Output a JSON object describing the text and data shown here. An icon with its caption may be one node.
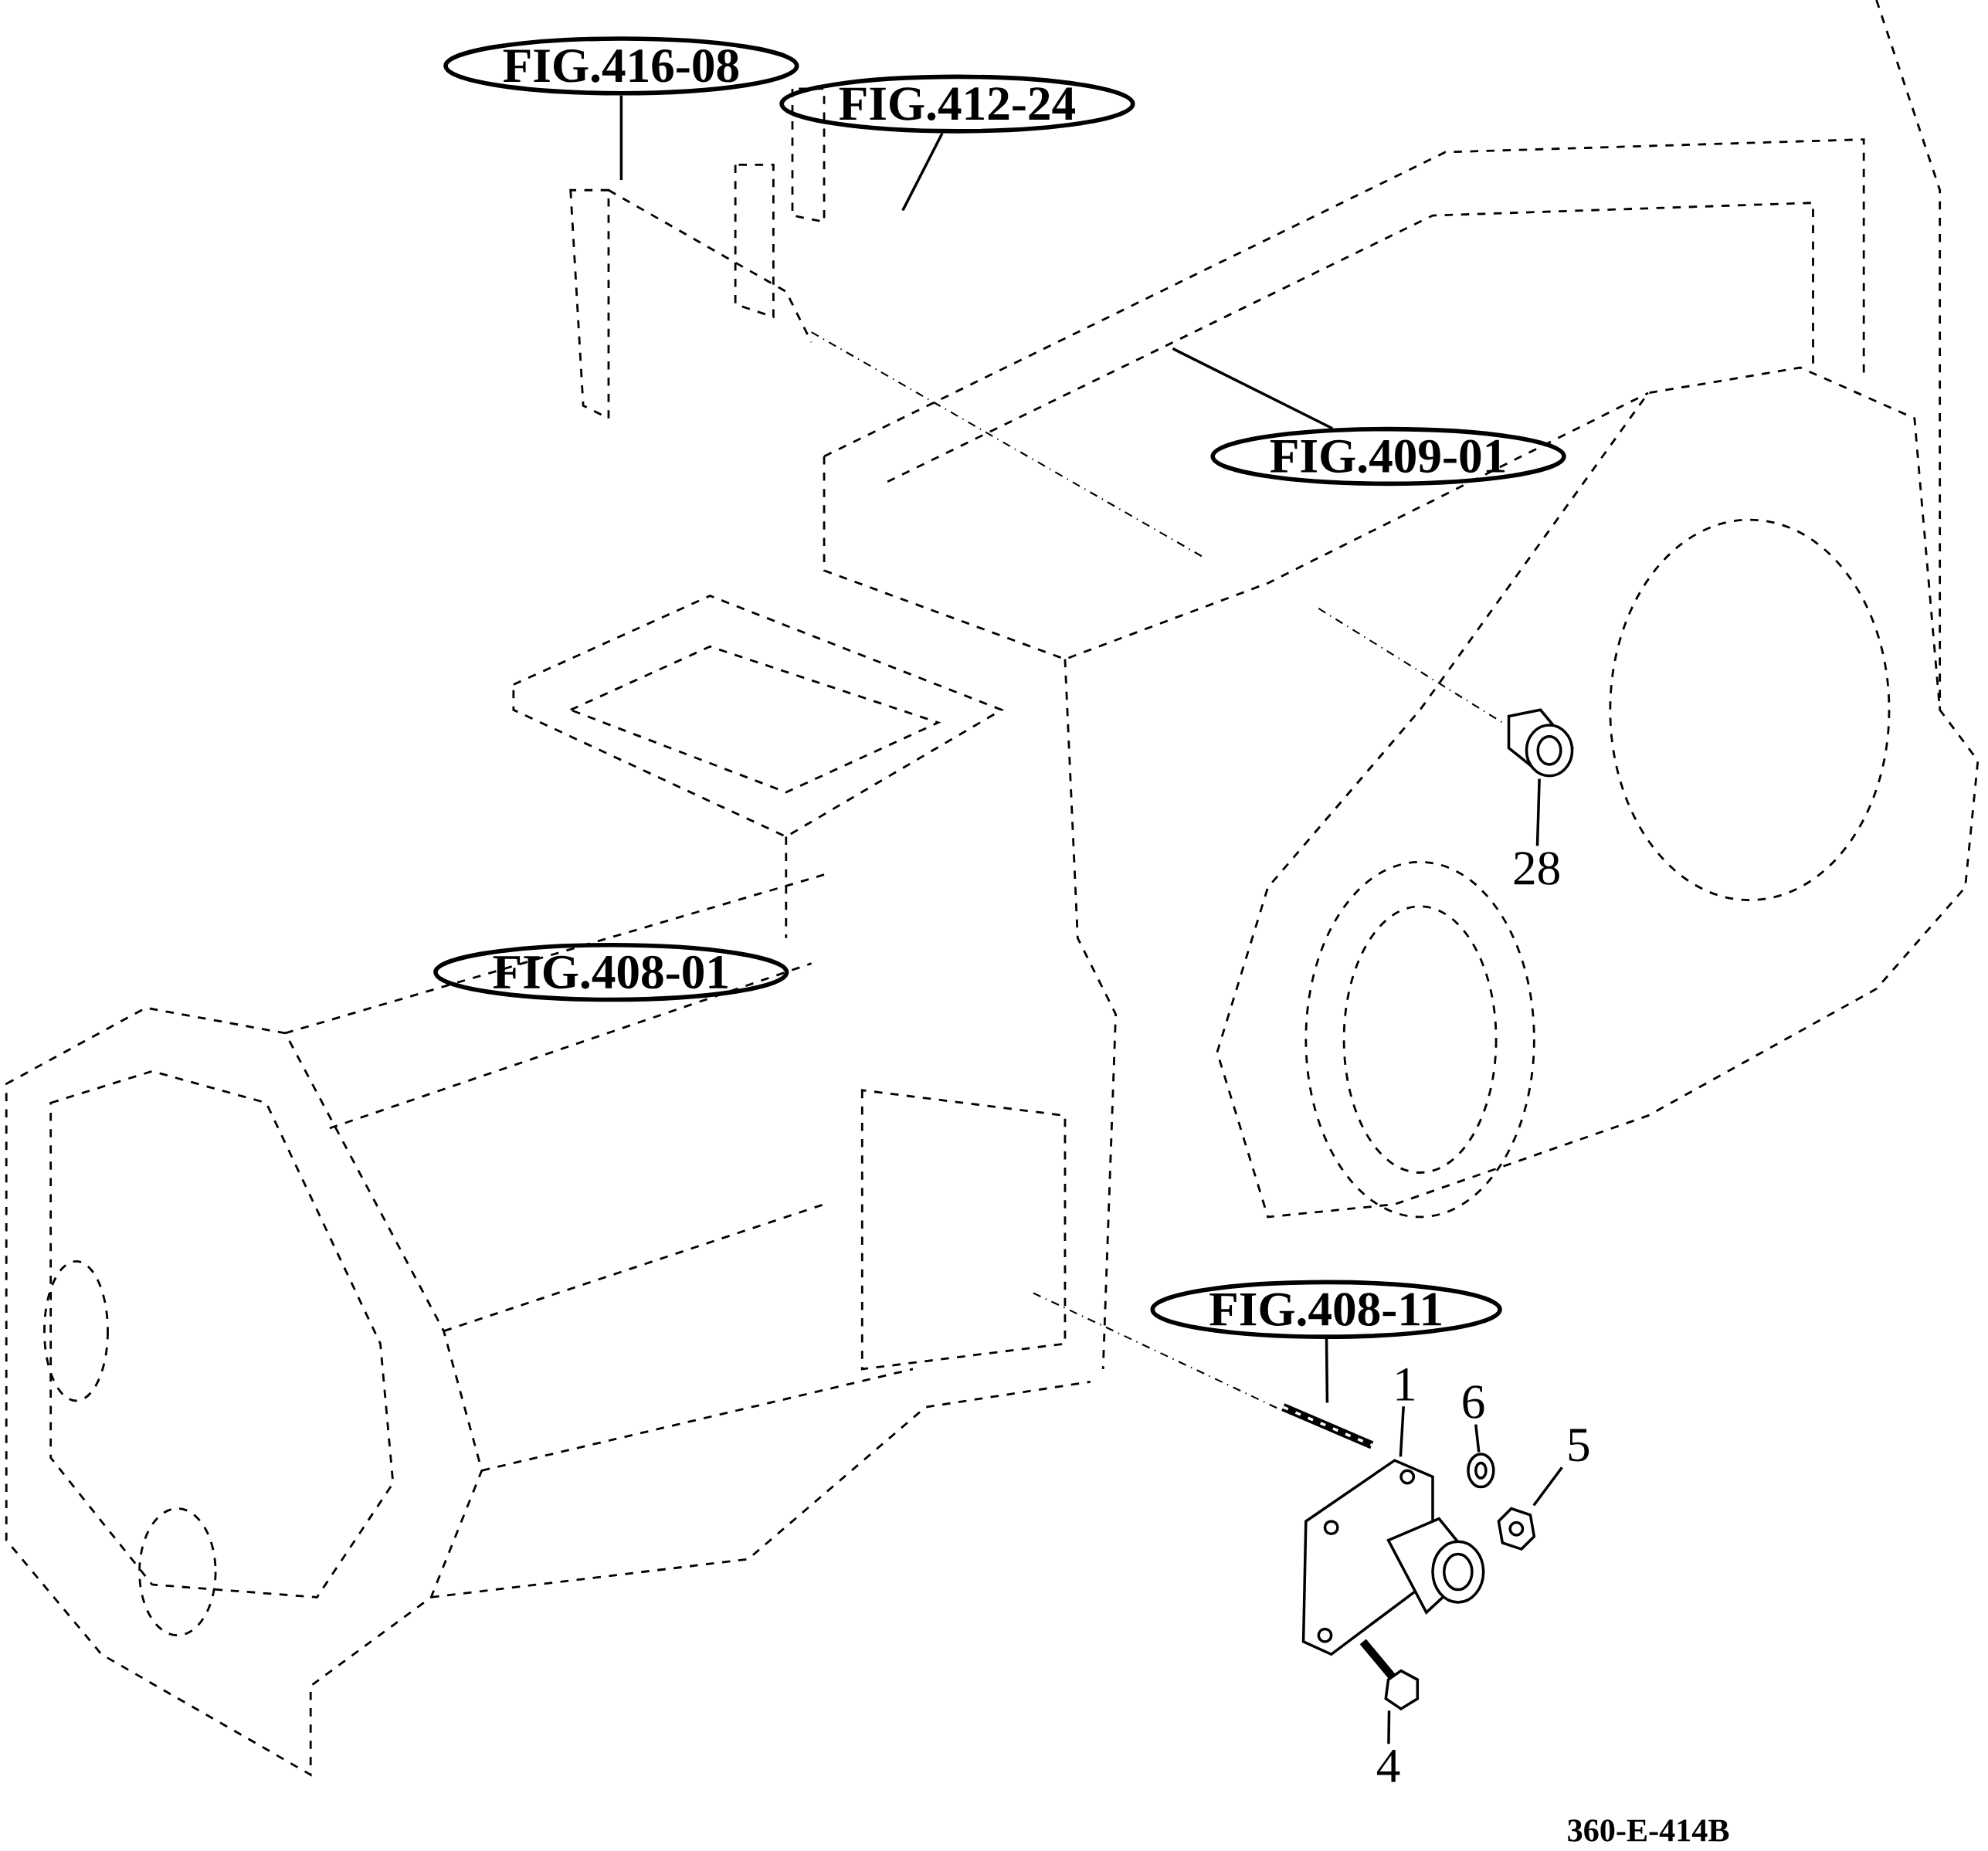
{
  "diagram": {
    "nodes": [
      {
        "text": [
          "FIG.416-08"
        ]
      },
      {
        "text": [
          "FIG.412-24"
        ]
      },
      {
        "text": [
          "FIG.409-01"
        ]
      },
      {
        "text": [
          "FIG.408-01"
        ]
      },
      {
        "text": [
          "FIG.408-11"
        ]
      },
      {
        "text": [
          "28"
        ]
      },
      {
        "text": [
          "1"
        ]
      },
      {
        "text": [
          "6"
        ]
      },
      {
        "text": [
          "5"
        ]
      },
      {
        "text": [
          "4"
        ]
      },
      {
        "text": [],
        "shape": "picture"
      },
      {
        "text": [],
        "shape": "picture"
      },
      {
        "text": [],
        "shape": "picture"
      },
      {
        "text": [],
        "shape": "picture"
      },
      {
        "text": [],
        "shape": "picture"
      },
      {
        "text": [],
        "shape": "picture"
      }
    ],
    "edges": [
      {
        "from": 0,
        "to": null,
        "arrow": "none"
      },
      {
        "from": 1,
        "to": null,
        "arrow": "none"
      },
      {
        "from": 2,
        "to": null,
        "arrow": "none"
      },
      {
        "from": 4,
        "to": 10,
        "arrow": "none"
      },
      {
        "from": 5,
        "to": 11,
        "arrow": "none"
      },
      {
        "from": 6,
        "to": 12,
        "arrow": "none"
      },
      {
        "from": 7,
        "to": 13,
        "arrow": "none"
      },
      {
        "from": 8,
        "to": 14,
        "arrow": "none"
      },
      {
        "from": 9,
        "to": 15,
        "arrow": "none"
      }
    ],
    "labels": [
      "360-E-414B"
    ]
  }
}
